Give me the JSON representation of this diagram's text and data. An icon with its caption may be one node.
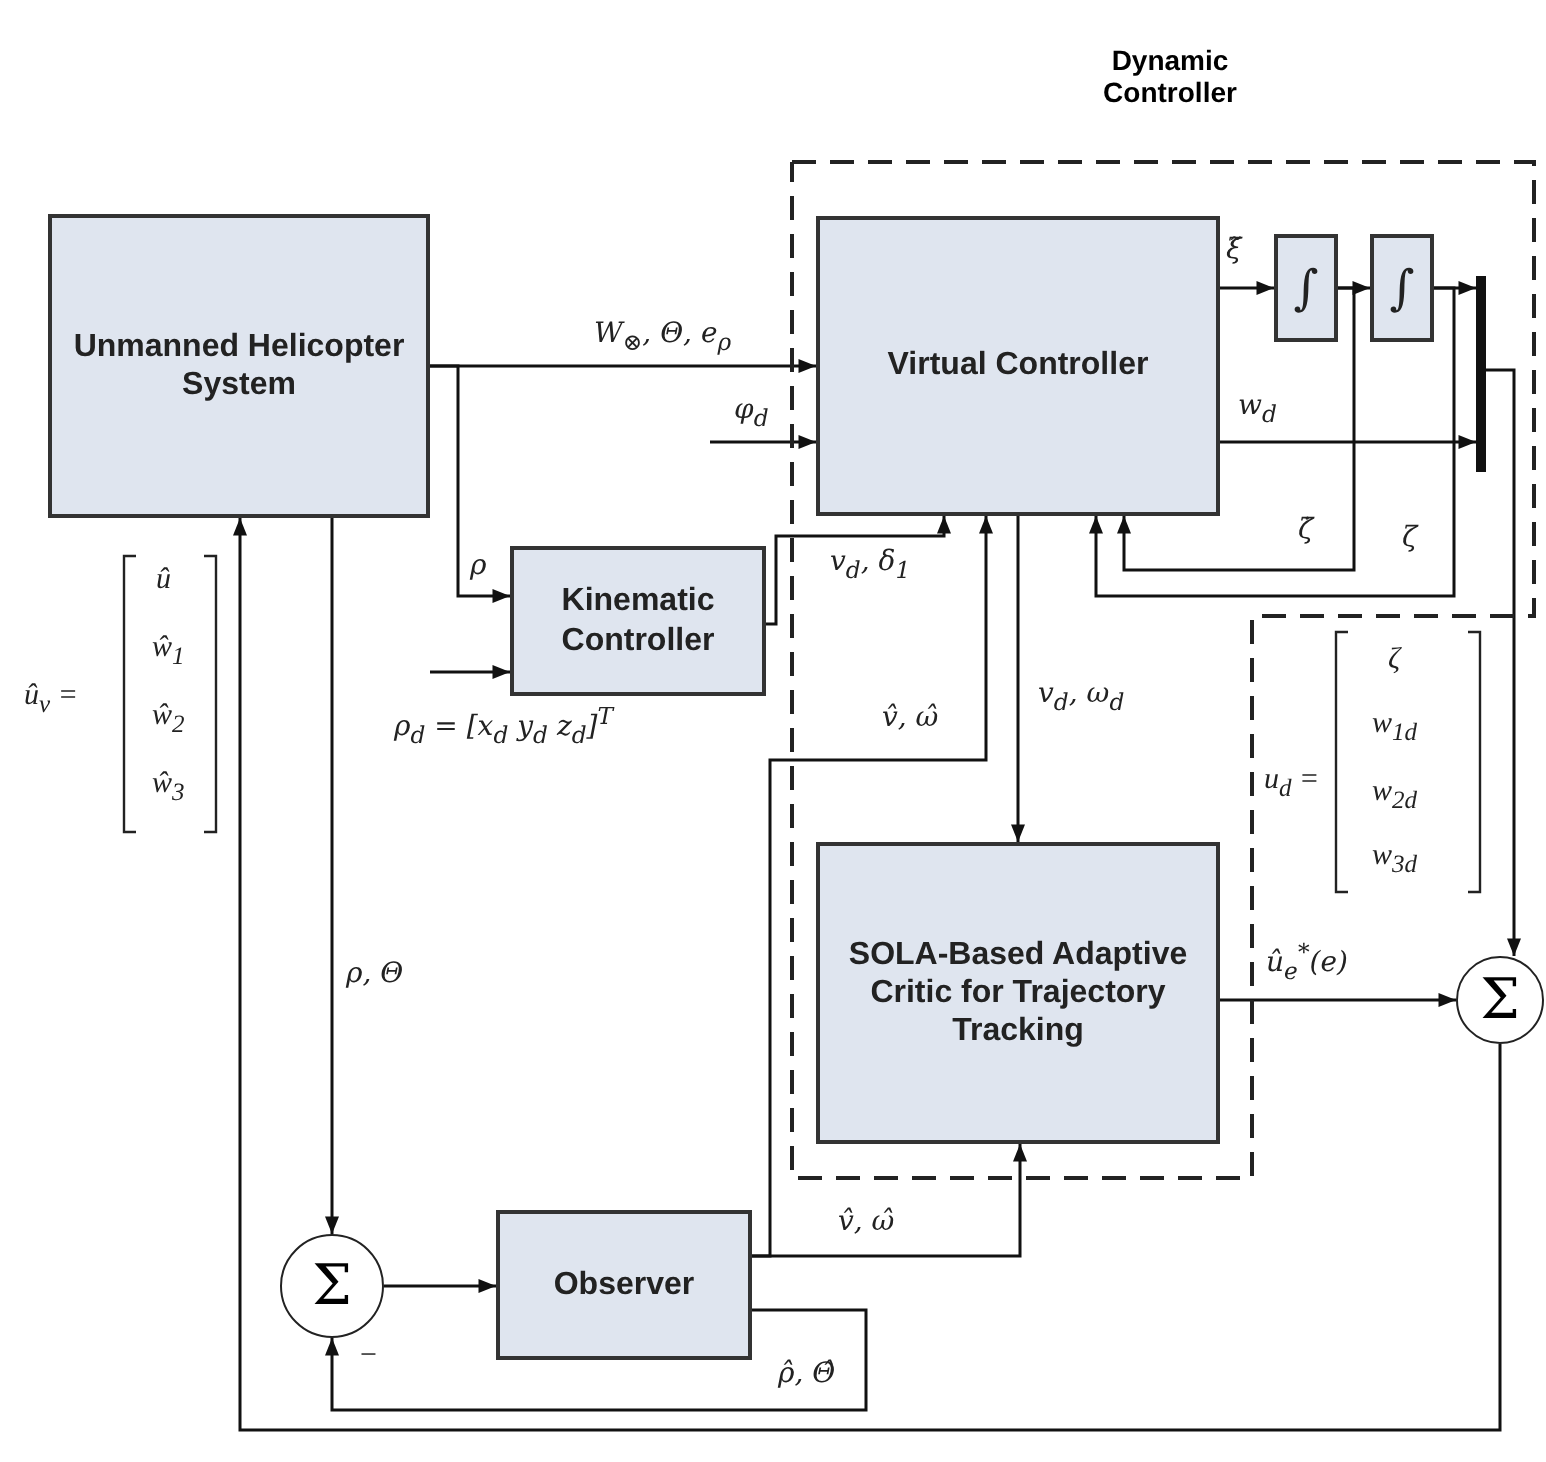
{
  "diagram": {
    "nodes": [
      {
        "text": [
          "Dynamic Controller"
        ]
      },
      {
        "text": [
          "Unmanned Helicopter System"
        ]
      },
      {
        "text": [
          "Kinematic Controller"
        ]
      },
      {
        "text": [
          "Virtual Controller"
        ],
        "in": 0
      },
      {
        "text": [
          "∫"
        ],
        "in": 0
      },
      {
        "text": [
          "∫"
        ],
        "in": 0
      },
      {
        "text": [
          "SOLA-Based Adaptive Critic for Trajectory Tracking"
        ],
        "in": 0
      },
      {
        "text": [
          "Σ"
        ]
      },
      {
        "text": [
          "Observer"
        ]
      },
      {
        "text": [
          "Σ"
        ],
        "beside": [
          "−"
        ]
      },
      {
        "text": [],
        "shape": "bar",
        "in": 0
      }
    ],
    "edges": [
      {
        "from": 1,
        "to": 3,
        "arrow": "to",
        "label": "W$_{⊗}$, Θ, e$_{ρ}$"
      },
      {
        "from": 1,
        "to": 2,
        "arrow": "to",
        "label": "ρ"
      },
      {
        "from": null,
        "to": 2,
        "arrow": "to",
        "label": "ρ$_{d}$ = [x$_{d}$ y$_{d}$ z$_{d}$]$^{T}$"
      },
      {
        "from": null,
        "to": 3,
        "arrow": "to",
        "label": "φ$_{d}$"
      },
      {
        "from": 2,
        "to": 3,
        "arrow": "to",
        "label": "v$_{d}$, δ$_{1}$"
      },
      {
        "from": 8,
        "to": 3,
        "arrow": "to",
        "label": "v̂, ω̂"
      },
      {
        "from": 3,
        "to": 6,
        "arrow": "to",
        "label": "v$_{d}$, ω$_{d}$"
      },
      {
        "from": 8,
        "to": 6,
        "arrow": "to",
        "label": "v̂, ω̂"
      },
      {
        "from": 8,
        "to": 9,
        "arrow": "to",
        "label": "ρ̂, Θ̂"
      },
      {
        "from": 1,
        "to": 9,
        "arrow": "to",
        "label": "ρ, Θ"
      },
      {
        "from": 9,
        "to": 8,
        "arrow": "to"
      },
      {
        "from": 3,
        "to": 4,
        "arrow": "to",
        "label": "ξ̃"
      },
      {
        "from": 4,
        "to": 5,
        "arrow": "to"
      },
      {
        "from": 5,
        "to": 10,
        "arrow": "to"
      },
      {
        "from": 3,
        "to": 10,
        "arrow": "to",
        "label": "w$_{d}$"
      },
      {
        "from": 4,
        "to": 3,
        "arrow": "to",
        "label": "ζ̇"
      },
      {
        "from": 5,
        "to": 3,
        "arrow": "to",
        "label": "ζ"
      },
      {
        "from": 10,
        "to": 7,
        "arrow": "to"
      },
      {
        "from": 6,
        "to": 7,
        "arrow": "to",
        "label": "û$_{e}$$^{*}$(e)"
      },
      {
        "from": 7,
        "to": 1,
        "arrow": "to"
      }
    ],
    "labels": [
      "û$_{v}$ =",
      "û",
      "ŵ$_{1}$",
      "ŵ$_{2}$",
      "ŵ$_{3}$",
      "u$_{d}$ =",
      "ζ",
      "w$_{1d}$",
      "w$_{2d}$",
      "w$_{3d}$"
    ]
  }
}
